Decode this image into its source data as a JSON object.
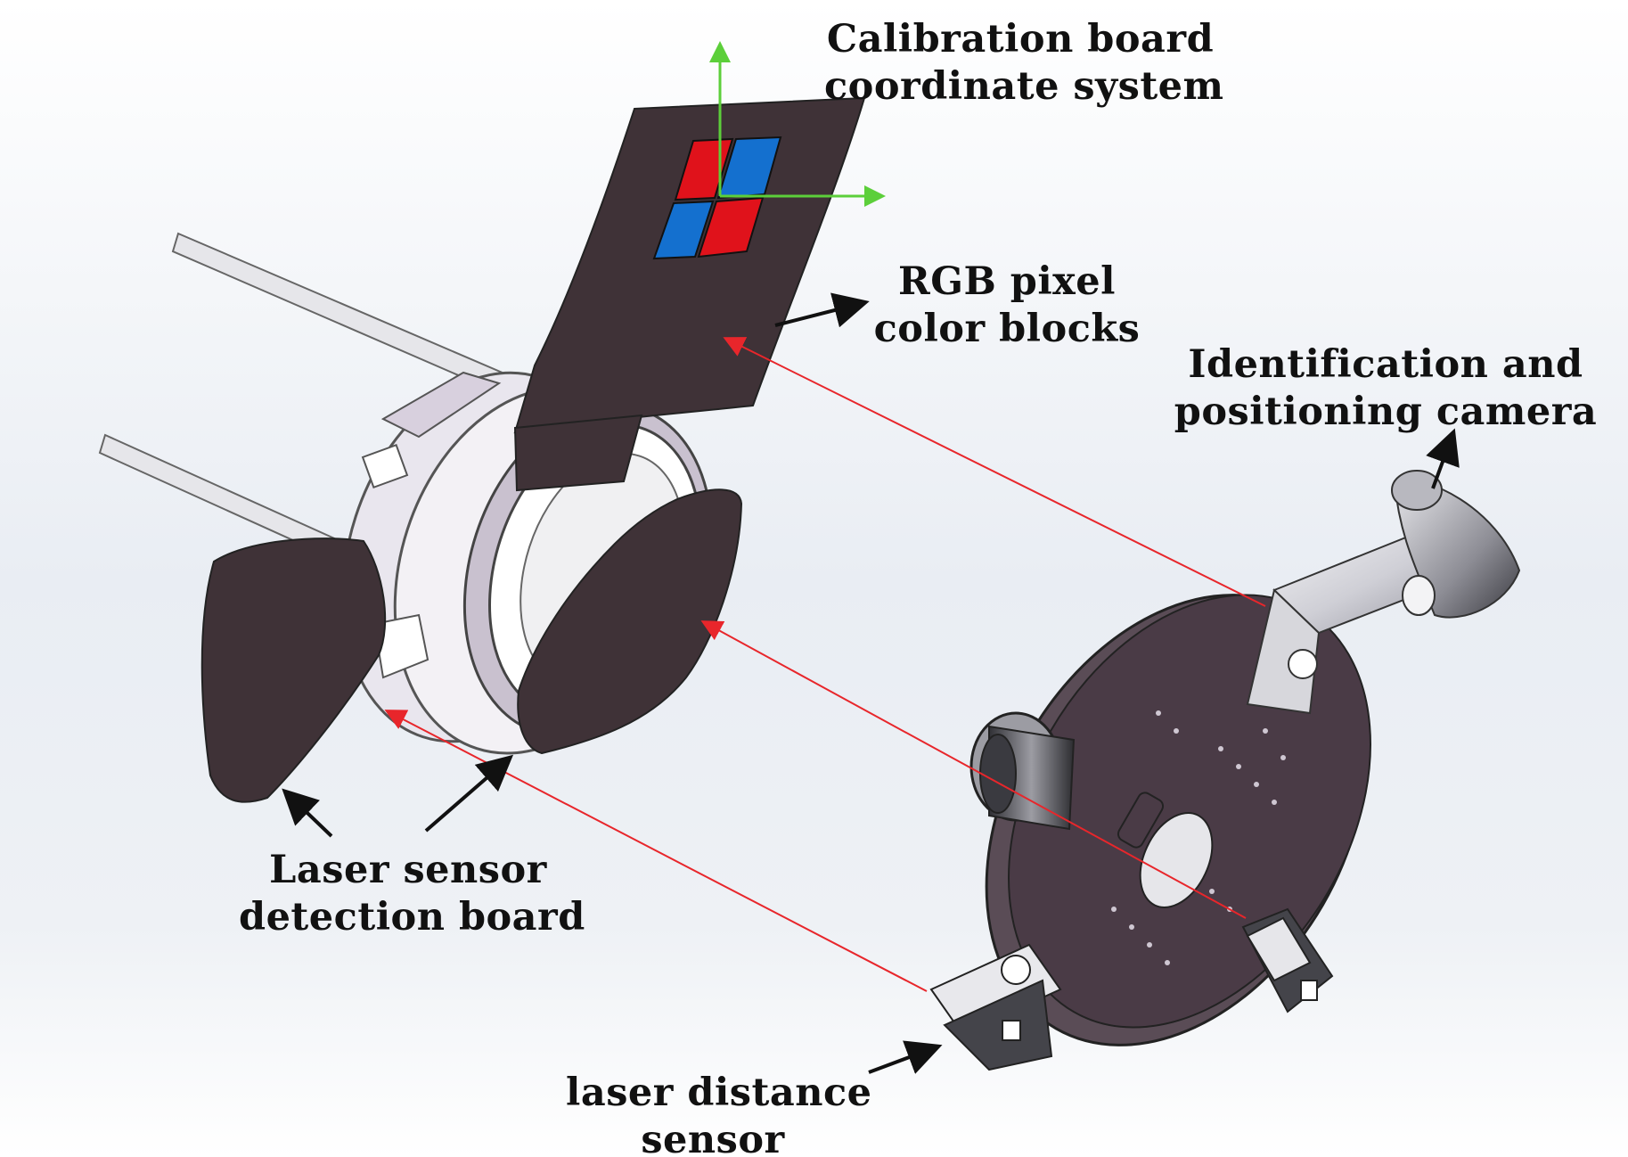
{
  "labels": {
    "calibration_board": [
      "Calibration board",
      "coordinate system"
    ],
    "rgb_blocks": [
      "RGB pixel",
      "color blocks"
    ],
    "camera": [
      "Identification and",
      "positioning camera"
    ],
    "detection_board": [
      "Laser sensor",
      "detection board"
    ],
    "distance_sensor": [
      "laser distance",
      "sensor"
    ]
  },
  "colors": {
    "board_dark": "#3f3237",
    "plate_dark": "#4a3b46",
    "block_red": "#e0121b",
    "block_blue": "#1470cf",
    "axis_green": "#5ccf3a",
    "laser_red": "#e8262b",
    "arrow_black": "#111111"
  }
}
